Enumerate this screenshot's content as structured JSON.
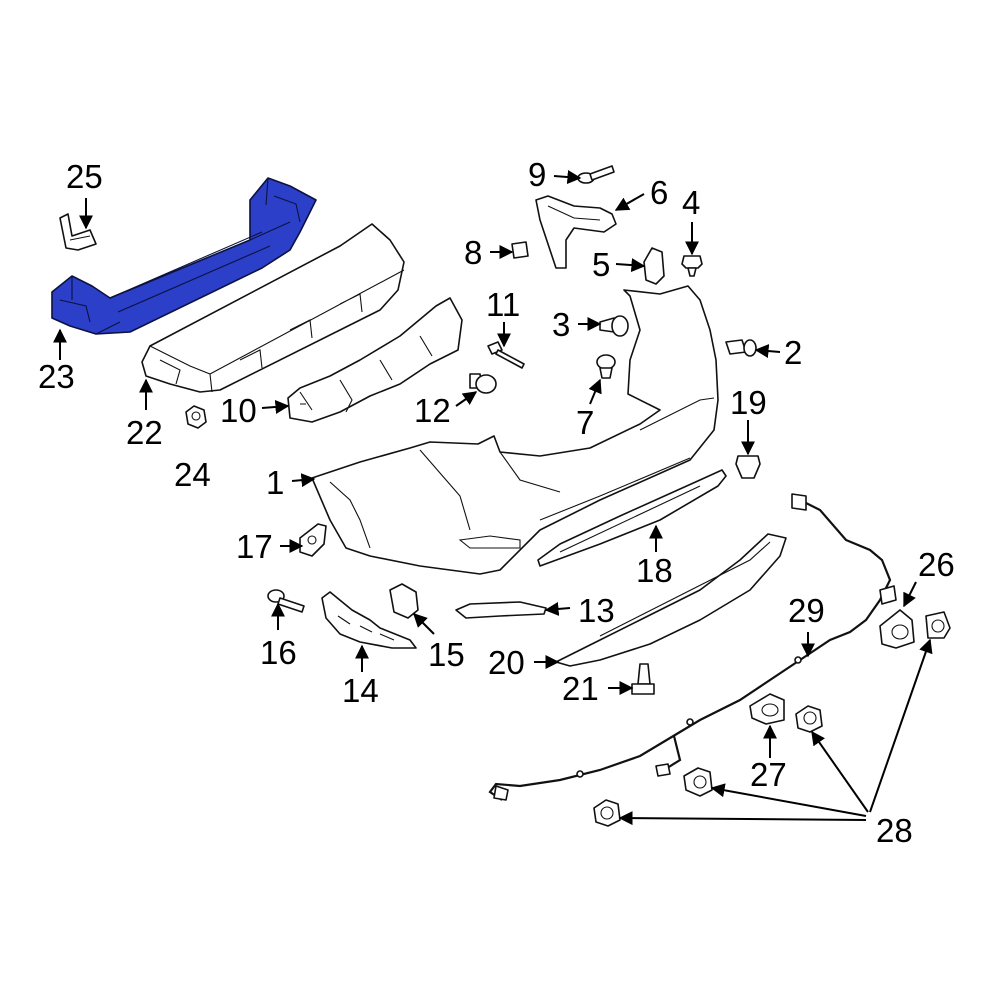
{
  "diagram": {
    "highlight_color": "#2b3fc8",
    "callouts": {
      "c1": "1",
      "c2": "2",
      "c3": "3",
      "c4": "4",
      "c5": "5",
      "c6": "6",
      "c7": "7",
      "c8": "8",
      "c9": "9",
      "c10": "10",
      "c11": "11",
      "c12": "12",
      "c13": "13",
      "c14": "14",
      "c15": "15",
      "c16": "16",
      "c17": "17",
      "c18": "18",
      "c19": "19",
      "c20": "20",
      "c21": "21",
      "c22": "22",
      "c23": "23",
      "c24": "24",
      "c25": "25",
      "c26": "26",
      "c27": "27",
      "c28": "28",
      "c29": "29"
    }
  }
}
